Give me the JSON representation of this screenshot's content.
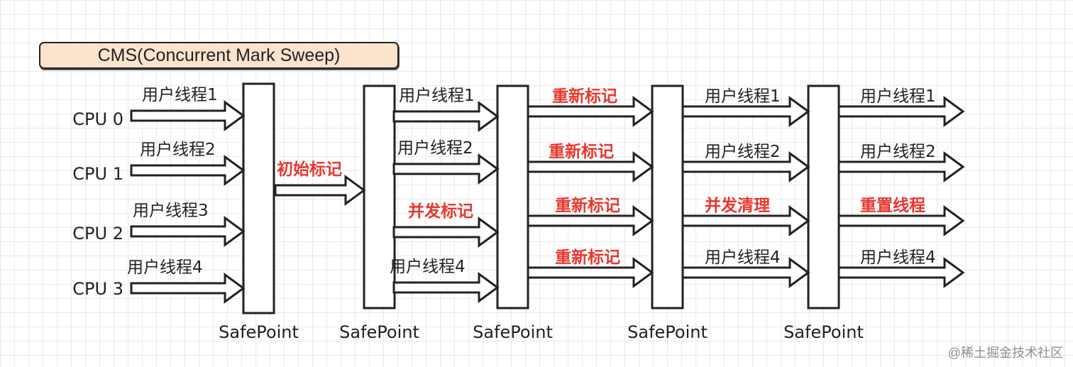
{
  "title": "CMS(Concurrent Mark Sweep)",
  "colors": {
    "stroke": "#222222",
    "highlight": "#e8372e",
    "text": "#222222",
    "title_bg": "#fbe3cc"
  },
  "cpus": [
    "CPU 0",
    "CPU 1",
    "CPU 2",
    "CPU 3"
  ],
  "safepoint_label": "SafePoint",
  "safepoints": [
    "SafePoint",
    "SafePoint",
    "SafePoint",
    "SafePoint",
    "SafePoint"
  ],
  "stages": [
    {
      "id": "stage-1",
      "arrows": [
        {
          "label": "用户线程1",
          "highlight": false
        },
        {
          "label": "用户线程2",
          "highlight": false
        },
        {
          "label": "用户线程3",
          "highlight": false
        },
        {
          "label": "用户线程4",
          "highlight": false
        }
      ]
    },
    {
      "id": "stage-2",
      "arrows": [
        {
          "label": "初始标记",
          "highlight": true
        }
      ]
    },
    {
      "id": "stage-3",
      "arrows": [
        {
          "label": "用户线程1",
          "highlight": false
        },
        {
          "label": "用户线程2",
          "highlight": false
        },
        {
          "label": "并发标记",
          "highlight": true
        },
        {
          "label": "用户线程4",
          "highlight": false
        }
      ]
    },
    {
      "id": "stage-4",
      "arrows": [
        {
          "label": "重新标记",
          "highlight": true
        },
        {
          "label": "重新标记",
          "highlight": true
        },
        {
          "label": "重新标记",
          "highlight": true
        },
        {
          "label": "重新标记",
          "highlight": true
        }
      ]
    },
    {
      "id": "stage-5",
      "arrows": [
        {
          "label": "用户线程1",
          "highlight": false
        },
        {
          "label": "用户线程2",
          "highlight": false
        },
        {
          "label": "并发清理",
          "highlight": true
        },
        {
          "label": "用户线程4",
          "highlight": false
        }
      ]
    },
    {
      "id": "stage-6",
      "arrows": [
        {
          "label": "用户线程1",
          "highlight": false
        },
        {
          "label": "用户线程2",
          "highlight": false
        },
        {
          "label": "重置线程",
          "highlight": true
        },
        {
          "label": "用户线程4",
          "highlight": false
        }
      ]
    }
  ],
  "watermark": "@稀土掘金技术社区"
}
